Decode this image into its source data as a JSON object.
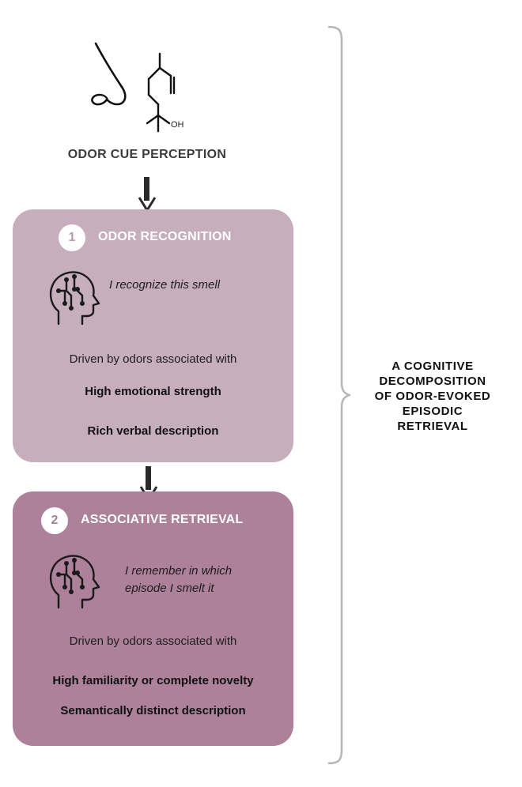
{
  "cue": {
    "title": "ODOR CUE PERCEPTION",
    "molecule_label": "OH"
  },
  "steps": [
    {
      "number": "1",
      "title": "ODOR RECOGNITION",
      "quote_lines": [
        "I recognize this smell"
      ],
      "driven_text": "Driven by odors associated with",
      "factors": [
        "High emotional strength",
        "Rich verbal description"
      ],
      "color": "#c7aebd"
    },
    {
      "number": "2",
      "title": "ASSOCIATIVE RETRIEVAL",
      "quote_lines": [
        "I remember in which",
        "episode I smelt it"
      ],
      "driven_text": "Driven by odors associated with",
      "factors": [
        "High familiarity or complete novelty",
        "Semantically distinct description"
      ],
      "color": "#ac8199"
    }
  ],
  "side_title_lines": [
    "A COGNITIVE",
    "DECOMPOSITION",
    "OF ODOR-EVOKED",
    "EPISODIC",
    "RETRIEVAL"
  ],
  "icons": [
    "nose-icon",
    "molecule-icon",
    "head-brain-icon"
  ]
}
